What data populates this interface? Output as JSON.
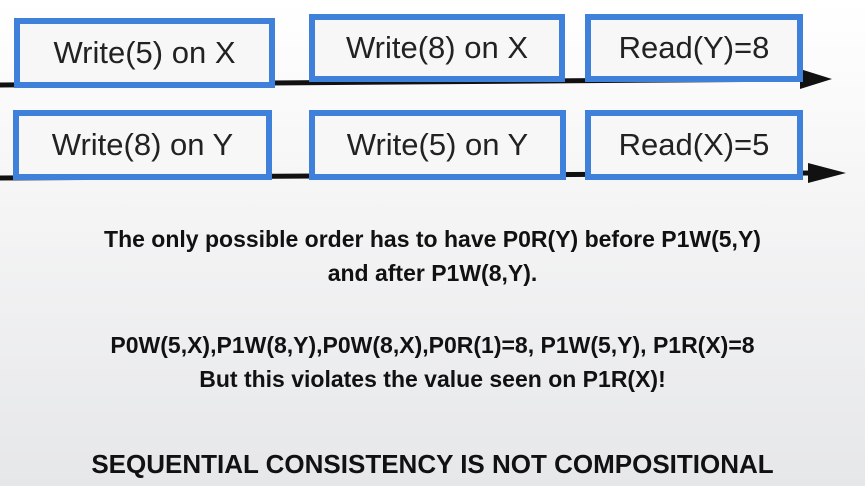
{
  "process_p0": {
    "operations": [
      "Write(5) on X",
      "Write(8) on X",
      "Read(Y)=8"
    ]
  },
  "process_p1": {
    "operations": [
      "Write(8) on Y",
      "Write(5) on Y",
      "Read(X)=5"
    ]
  },
  "explanation": {
    "line1": "The only possible order has to have P0R(Y) before P1W(5,Y)",
    "line2": "and after P1W(8,Y).",
    "order": "P0W(5,X),P1W(8,Y),P0W(8,X),P0R(1)=8, P1W(5,Y), P1R(X)=8",
    "violation": "But this violates the value seen on P1R(X)!"
  },
  "conclusion": "SEQUENTIAL CONSISTENCY IS NOT COMPOSITIONAL",
  "colors": {
    "box_border": "#3f80db",
    "timeline": "#111111"
  }
}
